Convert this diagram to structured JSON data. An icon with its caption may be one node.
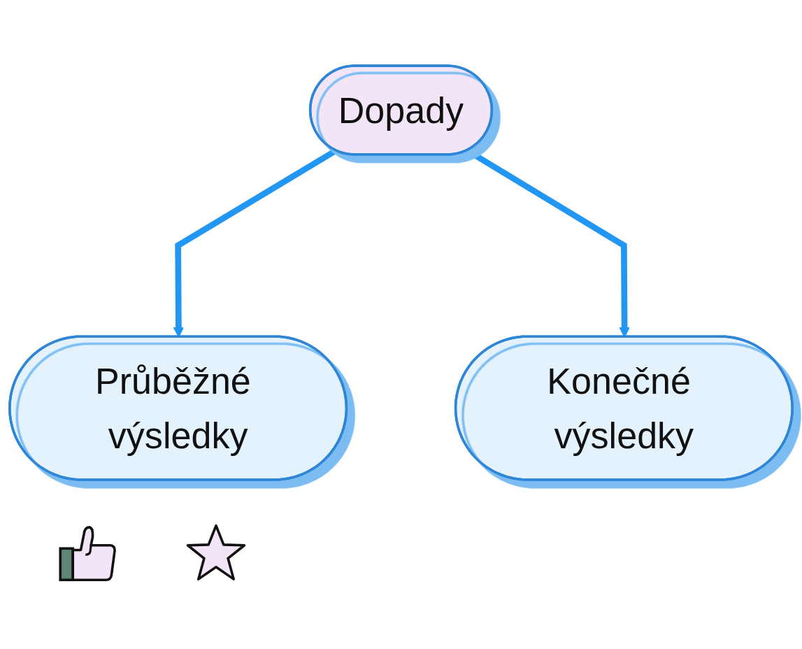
{
  "diagram": {
    "nodes": [
      {
        "text": [
          "Dopady"
        ]
      },
      {
        "text": [
          "Průběžné výsledky"
        ]
      },
      {
        "text": [
          "Konečné výsledky"
        ]
      }
    ],
    "edges": [
      {
        "from": 0,
        "to": 1,
        "arrow": "to"
      },
      {
        "from": 0,
        "to": 2,
        "arrow": "to"
      }
    ]
  }
}
